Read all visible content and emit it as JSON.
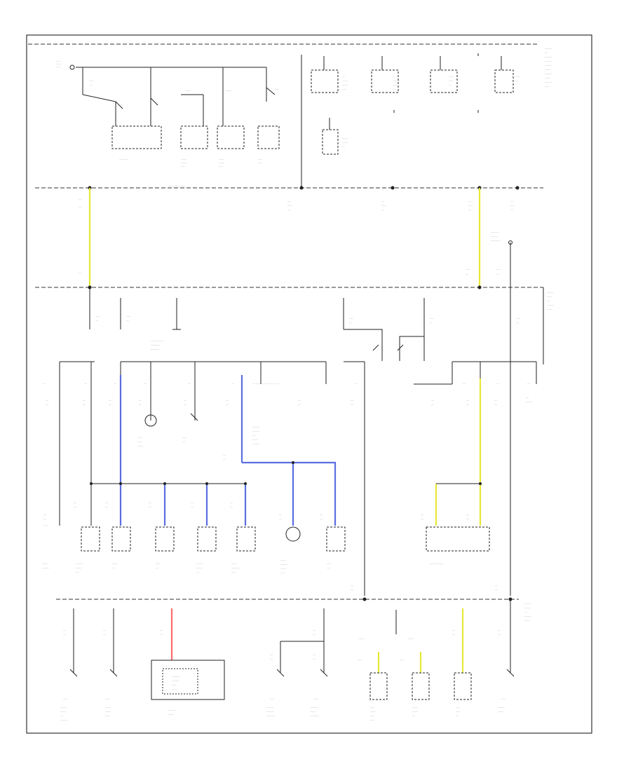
{
  "diagram": {
    "page_label": "",
    "colors": {
      "line": "#222222",
      "wire_blue": "#5b6ee1",
      "wire_yellow": "#e8e83a",
      "wire_red": "#ff6b6b"
    },
    "top_left_components": [
      {
        "id": "c1",
        "label": "",
        "sub": ""
      },
      {
        "id": "c2",
        "label": "",
        "sub": ""
      },
      {
        "id": "c3",
        "label": "",
        "sub": ""
      },
      {
        "id": "c4",
        "label": "",
        "sub": ""
      }
    ],
    "bottom_labels": [
      {
        "id": "b1",
        "label": ""
      },
      {
        "id": "b2",
        "label": ""
      },
      {
        "id": "b3",
        "label": ""
      },
      {
        "id": "b4",
        "label": ""
      },
      {
        "id": "b5",
        "label": ""
      },
      {
        "id": "b6",
        "label": ""
      },
      {
        "id": "b7",
        "label": ""
      },
      {
        "id": "b8",
        "label": ""
      },
      {
        "id": "b9",
        "label": ""
      },
      {
        "id": "b10",
        "label": ""
      }
    ]
  }
}
